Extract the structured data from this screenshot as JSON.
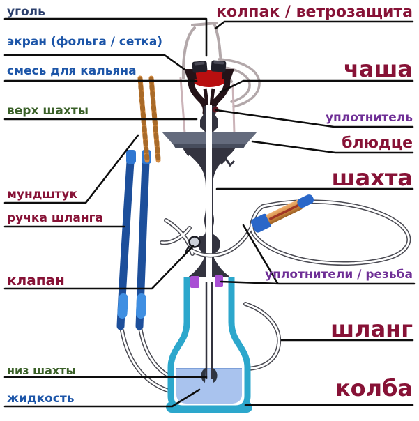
{
  "diagram": {
    "title": "hookah parts diagram",
    "labels": {
      "coal": "уголь",
      "screen": "экран (фольга / сетка)",
      "mixture": "смесь для кальяна",
      "shaft_top": "верх шахты",
      "mouthpiece": "мундштук",
      "hose_handle": "ручка шланга",
      "valve": "клапан",
      "shaft_bottom": "низ шахты",
      "liquid": "жидкость",
      "cap": "колпак / ветрозащита",
      "bowl": "чаша",
      "seal": "уплотнитель",
      "saucer": "блюдце",
      "shaft": "шахта",
      "seals_thread": "уплотнители / резьба",
      "hose": "шланг",
      "flask": "колба"
    },
    "colors": {
      "label_blue": "#1c55a8",
      "label_navy": "#2b3f6c",
      "label_green": "#3a6028",
      "label_maroon": "#871236",
      "label_purple": "#6f2f96",
      "callout_line": "#0d0d0d",
      "cap_outline": "#b3a8aa",
      "cap_skirt": "#cbb3b8",
      "coal": "#20202a",
      "mixture_red": "#b80f10",
      "bowl_dark": "#241318",
      "saucer": "#646b7d",
      "saucer_shadow": "#474d5d",
      "shaft": "#33333f",
      "seal_purple": "#a94fd4",
      "flask_cyan": "#2ca7cc",
      "liquid_blue": "#a9c3ee",
      "liquid_edge": "#7d9fd8",
      "tube_blue": "#1d4f9b",
      "tube_band": "#3f8fe2",
      "tube_cap": "#2f77d2",
      "wood_orange": "#d18a42",
      "wood_dark": "#a96a28",
      "wood_streak": "#a03624",
      "handle_blue": "#2a67c8",
      "hose_outline": "#4a4a52",
      "valve_ball": "#ccd0d8"
    }
  }
}
